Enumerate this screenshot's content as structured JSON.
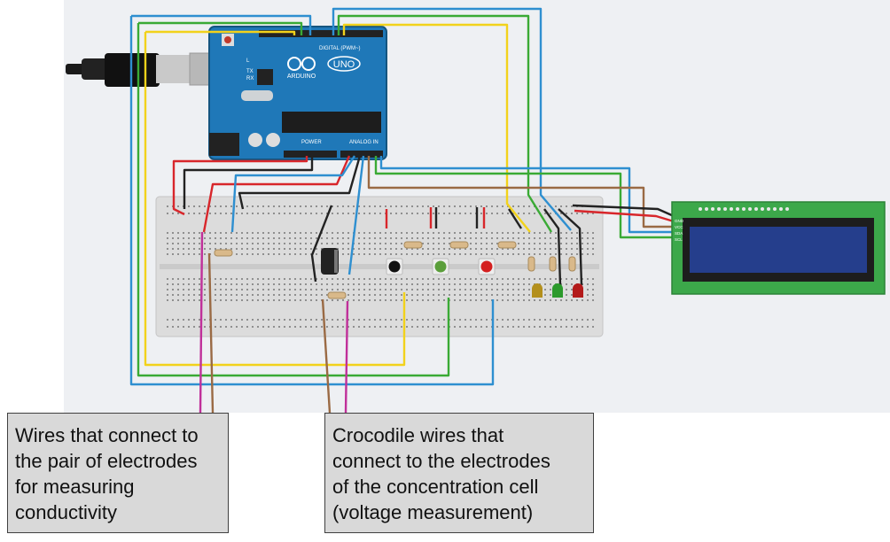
{
  "board": {
    "logo_text": "UNO",
    "brand": "ARDUINO",
    "digital_label": "DIGITAL (PWM~)",
    "power_label": "POWER",
    "analog_label": "ANALOG IN",
    "led_l": "L",
    "led_tx": "TX",
    "led_rx": "RX"
  },
  "lcd": {
    "pins": [
      "GND",
      "VCC",
      "SDA",
      "SCL"
    ]
  },
  "wire_colors": {
    "yellow": "#f2d21b",
    "green": "#3aaa35",
    "blue": "#2e8fd0",
    "red": "#d8262b",
    "black": "#222222",
    "brown": "#9a6a44",
    "magenta": "#c0309a"
  },
  "callouts": {
    "left": [
      "Wires that connect to",
      "the pair of electrodes",
      "for measuring",
      "conductivity"
    ],
    "right": [
      "Crocodile wires that",
      "connect to the electrodes",
      "of the concentration cell",
      "(voltage measurement)"
    ]
  }
}
